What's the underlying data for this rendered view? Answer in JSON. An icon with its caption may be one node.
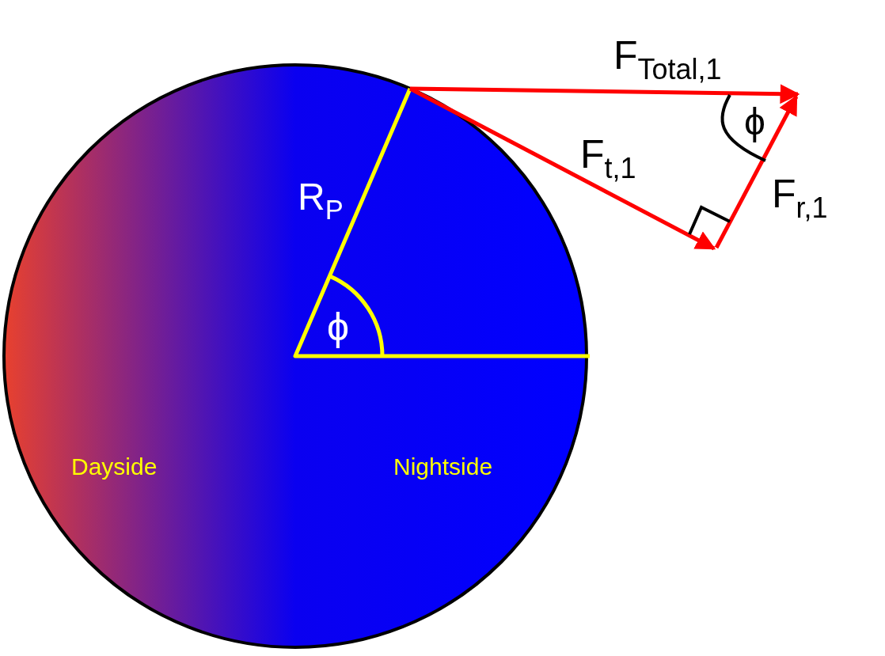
{
  "diagram": {
    "nodes": [
      {
        "text": [
          "Dayside",
          "Nightside"
        ]
      }
    ],
    "labels": [
      "F$_{Total,1}$",
      "ϕ",
      "F$_{t,1}$",
      "F$_{r,1}$",
      "R$_{P}$",
      "ϕ"
    ]
  }
}
